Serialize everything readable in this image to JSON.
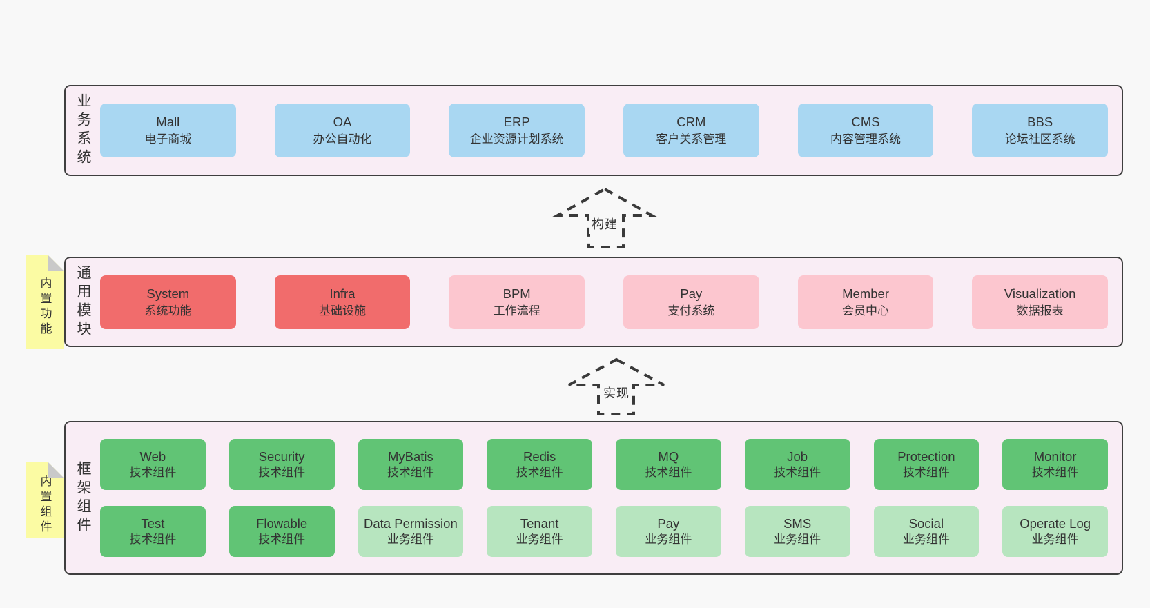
{
  "colors": {
    "page_bg": "#f8f8f8",
    "band_bg": "#f9edf5",
    "band_border": "#3f3f3f",
    "blue_box": "#a9d7f2",
    "red_box": "#f16c6c",
    "pink_box": "#fcc6cf",
    "green_box": "#61c475",
    "green_light_box": "#b7e5bf",
    "sticky_yellow": "#fbfba3",
    "sticky_fold_gray": "#c9c9c9",
    "text": "#333333"
  },
  "bands": [
    {
      "label": "业务系统",
      "boxes_rows": [
        [
          {
            "title": "Mall",
            "subtitle": "电子商城",
            "variant": "blue"
          },
          {
            "title": "OA",
            "subtitle": "办公自动化",
            "variant": "blue"
          },
          {
            "title": "ERP",
            "subtitle": "企业资源计划系统",
            "variant": "blue"
          },
          {
            "title": "CRM",
            "subtitle": "客户关系管理",
            "variant": "blue"
          },
          {
            "title": "CMS",
            "subtitle": "内容管理系统",
            "variant": "blue"
          },
          {
            "title": "BBS",
            "subtitle": "论坛社区系统",
            "variant": "blue"
          }
        ]
      ]
    },
    {
      "label": "通用模块",
      "sticky": "内置功能",
      "boxes_rows": [
        [
          {
            "title": "System",
            "subtitle": "系统功能",
            "variant": "red"
          },
          {
            "title": "Infra",
            "subtitle": "基础设施",
            "variant": "red"
          },
          {
            "title": "BPM",
            "subtitle": "工作流程",
            "variant": "pink"
          },
          {
            "title": "Pay",
            "subtitle": "支付系统",
            "variant": "pink"
          },
          {
            "title": "Member",
            "subtitle": "会员中心",
            "variant": "pink"
          },
          {
            "title": "Visualization",
            "subtitle": "数据报表",
            "variant": "pink"
          }
        ]
      ]
    },
    {
      "label": "框架组件",
      "sticky": "内置组件",
      "boxes_rows": [
        [
          {
            "title": "Web",
            "subtitle": "技术组件",
            "variant": "green"
          },
          {
            "title": "Security",
            "subtitle": "技术组件",
            "variant": "green"
          },
          {
            "title": "MyBatis",
            "subtitle": "技术组件",
            "variant": "green"
          },
          {
            "title": "Redis",
            "subtitle": "技术组件",
            "variant": "green"
          },
          {
            "title": "MQ",
            "subtitle": "技术组件",
            "variant": "green"
          },
          {
            "title": "Job",
            "subtitle": "技术组件",
            "variant": "green"
          },
          {
            "title": "Protection",
            "subtitle": "技术组件",
            "variant": "green"
          },
          {
            "title": "Monitor",
            "subtitle": "技术组件",
            "variant": "green"
          }
        ],
        [
          {
            "title": "Test",
            "subtitle": "技术组件",
            "variant": "green"
          },
          {
            "title": "Flowable",
            "subtitle": "技术组件",
            "variant": "green"
          },
          {
            "title": "Data Permission",
            "subtitle": "业务组件",
            "variant": "green-light"
          },
          {
            "title": "Tenant",
            "subtitle": "业务组件",
            "variant": "green-light"
          },
          {
            "title": "Pay",
            "subtitle": "业务组件",
            "variant": "green-light"
          },
          {
            "title": "SMS",
            "subtitle": "业务组件",
            "variant": "green-light"
          },
          {
            "title": "Social",
            "subtitle": "业务组件",
            "variant": "green-light"
          },
          {
            "title": "Operate Log",
            "subtitle": "业务组件",
            "variant": "green-light"
          }
        ]
      ]
    }
  ],
  "arrows": [
    {
      "label": "构建"
    },
    {
      "label": "实现"
    }
  ]
}
